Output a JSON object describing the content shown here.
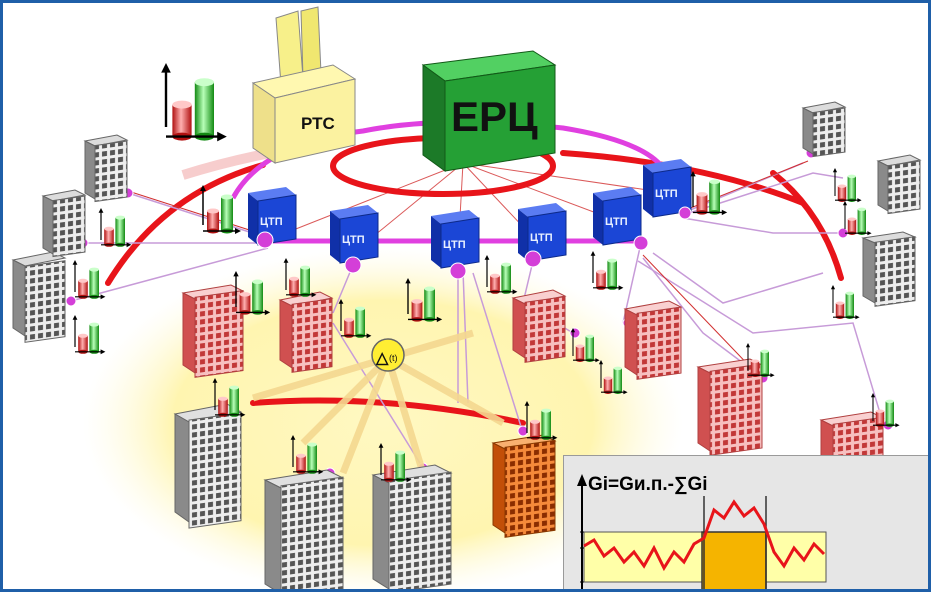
{
  "diagram": {
    "center_label": "ЕРЦ",
    "boiler_label": "РТС",
    "substation_labels": [
      "ЦТП",
      "ЦТП",
      "ЦТП",
      "ЦТП",
      "ЦТП",
      "ЦТП"
    ],
    "delta_symbol": "△",
    "delta_arg": "(t)",
    "formula": "Gi=Gи.п.-∑Gi"
  },
  "colors": {
    "ring_red": "#e8141a",
    "ring_magenta": "#e040e0",
    "center_green": "#2aa83a",
    "substation_blue": "#1b46d6",
    "building_red": "#e36a6a",
    "building_gray": "#9a9a9a",
    "building_orange": "#f06a12",
    "highlight_yellow": "#fff6b8",
    "frame_blue": "#1f5fa8"
  },
  "icons": [
    "bar-chart-icon",
    "building-icon",
    "substation-icon",
    "delta-sensor-icon",
    "junction-dot-icon"
  ]
}
